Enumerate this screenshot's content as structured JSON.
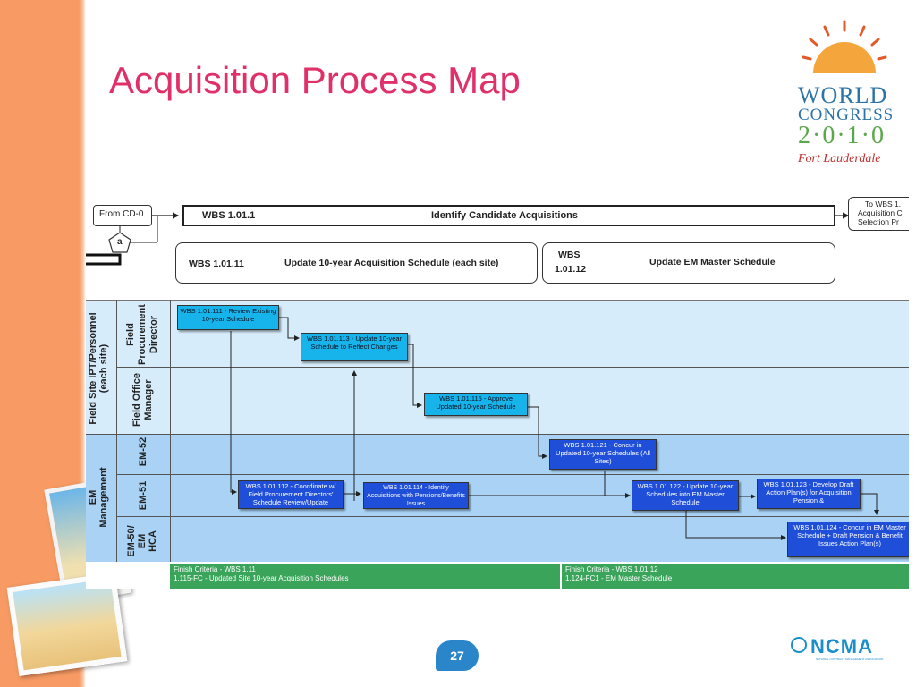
{
  "slide": {
    "title": "Acquisition Process Map",
    "page_number": "27",
    "colors": {
      "stripe": "#f79a63",
      "title": "#e0306a",
      "lane_light": "#d6ecfb",
      "lane_dark": "#a9d2f5",
      "task_cyan": "#16b4ea",
      "task_blue": "#1f4fd9",
      "finish": "#3aa55a"
    }
  },
  "logo": {
    "line1": "WORLD",
    "line2": "CONGRESS",
    "line3": "2·0·1·0",
    "line4": "Fort Lauderdale"
  },
  "footer_logo": {
    "name": "NCMA",
    "tagline": "NATIONAL CONTRACT MANAGEMENT ASSOCIATION",
    "icon": "globe-icon"
  },
  "diagram": {
    "from_label": "From CD-0",
    "connector": "a",
    "wbs_main_id": "WBS 1.01.1",
    "wbs_main_name": "Identify Candidate Acquisitions",
    "to_label_1": "To WBS 1.",
    "to_label_2": "Acquisition C",
    "to_label_3": "Selection Pr",
    "wbs_a_id": "WBS 1.01.11",
    "wbs_a_name": "Update 10-year Acquisition Schedule (each site)",
    "wbs_b_id_1": "WBS",
    "wbs_b_id_2": "1.01.12",
    "wbs_b_name": "Update EM Master Schedule",
    "group_field": "Field Site IPT/Personnel",
    "group_field_sub": "(each site)",
    "group_em": "EM",
    "group_em_sub": "Management",
    "role_fpd_1": "Field",
    "role_fpd_2": "Procurement",
    "role_fpd_3": "Director",
    "role_fom_1": "Field Office",
    "role_fom_2": "Manager",
    "role_em52": "EM-52",
    "role_em51": "EM-51",
    "role_em50_1": "EM-50/",
    "role_em50_2": "EM",
    "role_em50_3": "HCA",
    "tasks": {
      "t111": "WBS 1.01.111 - Review Existing 10-year Schedule",
      "t113": "WBS 1.01.113 - Update 10-year Schedule to Reflect Changes",
      "t115": "WBS 1.01.115 - Approve Updated 10-year Schedule",
      "t121": "WBS 1.01.121 - Concur in Updated 10-year Schedules (All Sites)",
      "t112": "WBS 1.01.112 - Coordinate w/ Field Procurement Directors' Schedule Review/Update",
      "t114": "WBS 1.01.114 - Identify Acquisitions with Pensions/Benefits Issues",
      "t122": "WBS 1.01.122 - Update 10-year Schedules into EM Master Schedule",
      "t123": "WBS 1.01.123 - Develop Draft Action Plan(s) for Acquisition Pension &",
      "t124": "WBS 1.01.124 - Concur in EM Master Schedule + Draft Pension & Benefit Issues Action Plan(s)"
    },
    "finish1_title": "Finish Criteria - WBS 1.11",
    "finish1_text": "1.115-FC - Updated Site 10-year Acquisition Schedules",
    "finish2_title": "Finish Criteria - WBS 1.01.12",
    "finish2_text": "1.124-FC1 - EM Master Schedule"
  }
}
